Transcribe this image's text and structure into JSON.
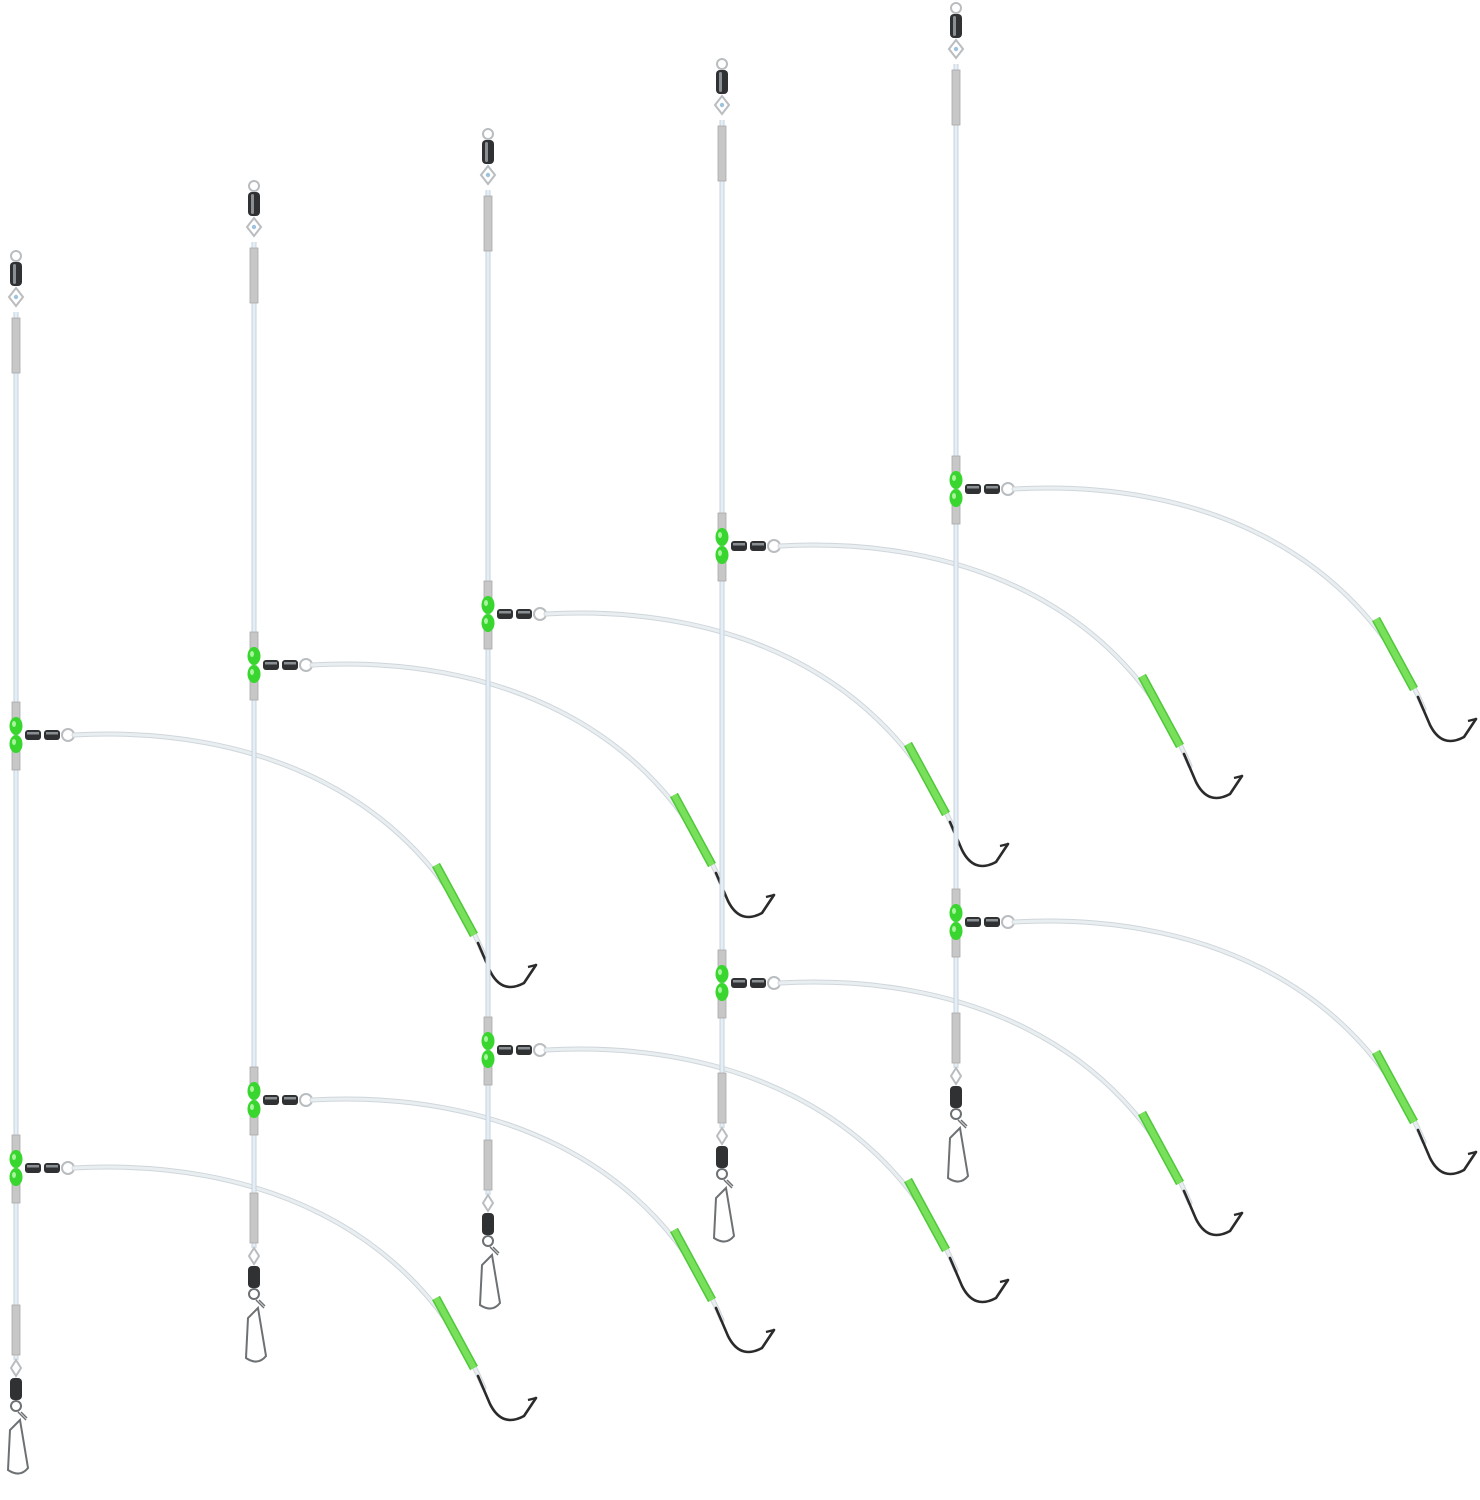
{
  "image": {
    "subject": "fishing-rig-set",
    "background_color": "#ffffff"
  },
  "rig_count": 5,
  "hooks_per_rig": 2,
  "colors": {
    "mainline": "#e3eef6",
    "mainline_edge": "#c9d3db",
    "leader": "#e9eef1",
    "leader_edge": "#cfd6db",
    "bead": "#39d62f",
    "bead_shadow": "#1f8f1a",
    "tube": "#78e05a",
    "crimp_sleeve": "#c7c7c7",
    "swivel_dark": "#2f3133",
    "swivel_light": "#b9bdc0",
    "hook": "#2b2b2b",
    "snap": "#6d7174"
  },
  "parts": [
    "top-swivel",
    "crimp-sleeve",
    "bead-pair",
    "three-way-swivel",
    "leader",
    "glow-tube",
    "hook",
    "bottom-swivel",
    "snap"
  ]
}
